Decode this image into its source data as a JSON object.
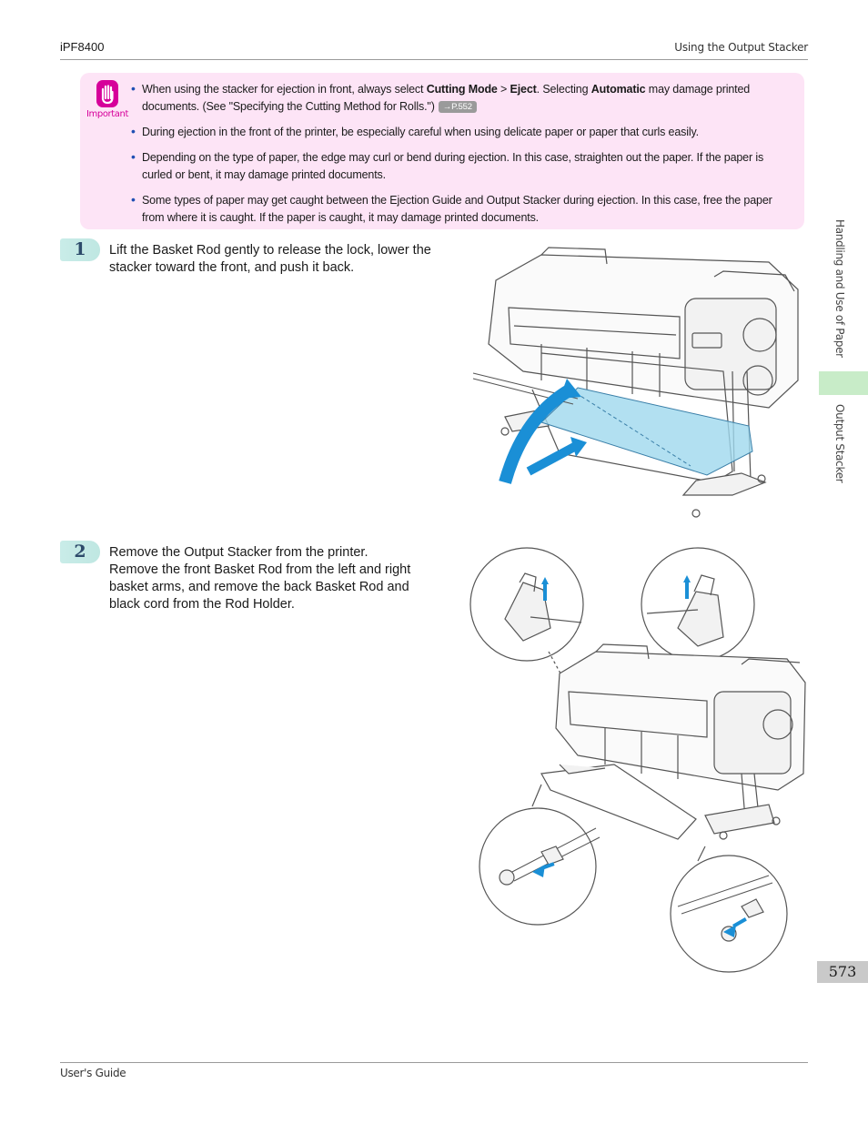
{
  "header": {
    "model": "iPF8400",
    "section": "Using the Output Stacker"
  },
  "important": {
    "label": "Important",
    "notes": [
      {
        "t1": "When using the stacker for ejection in front, always select ",
        "b1": "Cutting Mode",
        "t2": " > ",
        "b2": "Eject",
        "t3": ". Selecting ",
        "b3": "Automatic",
        "t4": " may damage printed documents.  (See \"Specifying the Cutting Method for Rolls.\")",
        "ref": "→P.552"
      },
      {
        "text": "During ejection in the front of the printer, be especially careful when using delicate paper or paper that curls easily."
      },
      {
        "text": "Depending on the type of paper, the edge may curl or bend during ejection. In this case, straighten out the paper. If the paper is curled or bent, it may damage printed documents."
      },
      {
        "text": "Some types of paper may get caught between the Ejection Guide and Output Stacker during ejection. In this case, free the paper from where it is caught. If the paper is caught, it may damage printed documents."
      }
    ]
  },
  "steps": [
    {
      "number": "1",
      "line1": "Lift the Basket Rod gently to release the lock, lower the",
      "line2": "stacker toward the front, and push it back."
    },
    {
      "number": "2",
      "line1": "Remove the Output Stacker from the printer.",
      "line2": "Remove the front Basket Rod from the left and right",
      "line3": "basket arms, and remove the back Basket Rod and",
      "line4": "black cord from the Rod Holder."
    }
  ],
  "sidebar": {
    "chapter": "Handling and Use of Paper",
    "section": "Output Stacker"
  },
  "page_number": "573",
  "footer": {
    "guide": "User's Guide"
  },
  "colors": {
    "important_bg": "#fde4f6",
    "important_accent": "#d6009a",
    "step_badge": "#c9ece8",
    "side_tab": "#c8ecc8",
    "arrow_blue": "#1a8fd6"
  }
}
